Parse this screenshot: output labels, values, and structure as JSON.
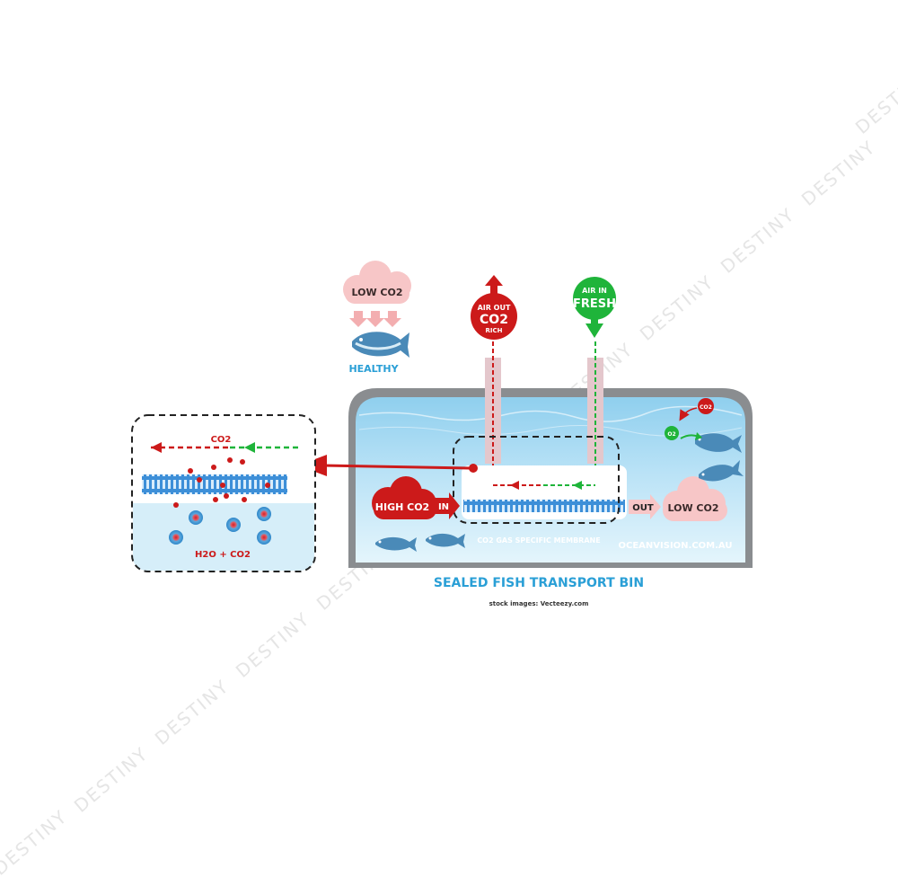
{
  "colors": {
    "red": "#cc1a1a",
    "green": "#1fb43a",
    "blue_title": "#2a9fd6",
    "pink": "#f7c6c7",
    "bin_frame": "#8a8d90",
    "water_top": "#8fcfee",
    "water_bottom": "#e4f5fc",
    "membrane": "#4f9fe0"
  },
  "top_cloud": {
    "label": "LOW CO2"
  },
  "healthy_label": "HEALTHY",
  "air_out": {
    "line1": "AIR OUT",
    "line2": "CO2",
    "line3": "RICH"
  },
  "air_in": {
    "line1": "AIR IN",
    "line2": "FRESH"
  },
  "inset": {
    "co2_label": "CO2",
    "water_label": "H2O + CO2"
  },
  "bin": {
    "high_co2": "HIGH CO2",
    "in_label": "IN",
    "out_label": "OUT",
    "low_co2": "LOW CO2",
    "membrane_label": "CO2 GAS SPECIFIC MEMBRANE",
    "website": "OCEANVISION.COM.AU",
    "co2_bubble": "CO2",
    "o2_bubble": "O2"
  },
  "title": "SEALED FISH TRANSPORT BIN",
  "credit": "stock images: Vecteezy.com",
  "watermark": "DESTINY"
}
